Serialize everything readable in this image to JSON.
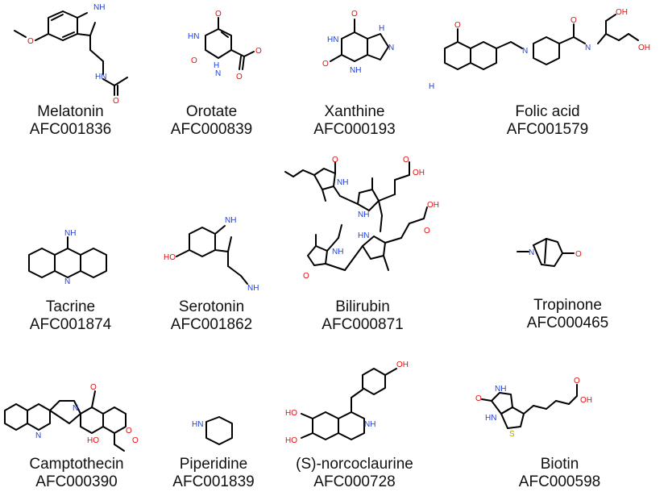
{
  "molecules": [
    {
      "name": "Melatonin",
      "id": "AFC001836"
    },
    {
      "name": "Orotate",
      "id": "AFC000839"
    },
    {
      "name": "Xanthine",
      "id": "AFC000193"
    },
    {
      "name": "Folic acid",
      "id": "AFC001579"
    },
    {
      "name": "Tacrine",
      "id": "AFC001874"
    },
    {
      "name": "Serotonin",
      "id": "AFC001862"
    },
    {
      "name": "Bilirubin",
      "id": "AFC000871"
    },
    {
      "name": "Tropinone",
      "id": "AFC000465"
    },
    {
      "name": "Camptothecin",
      "id": "AFC000390"
    },
    {
      "name": "Piperidine",
      "id": "AFC001839"
    },
    {
      "name": "(S)-norcoclaurine",
      "id": "AFC000728"
    },
    {
      "name": "Biotin",
      "id": "AFC000598"
    }
  ],
  "atom_labels": {
    "nh": "NH",
    "h": "H",
    "hn": "HN",
    "n": "N",
    "o": "O",
    "oh": "OH",
    "ho": "HO",
    "nh2": "NH",
    "h2n": "H",
    "o_minus": "O"
  },
  "colors": {
    "nitrogen": "#1f3fe0",
    "oxygen": "#e01010",
    "sulfur": "#b5a000",
    "bond": "#000000"
  }
}
